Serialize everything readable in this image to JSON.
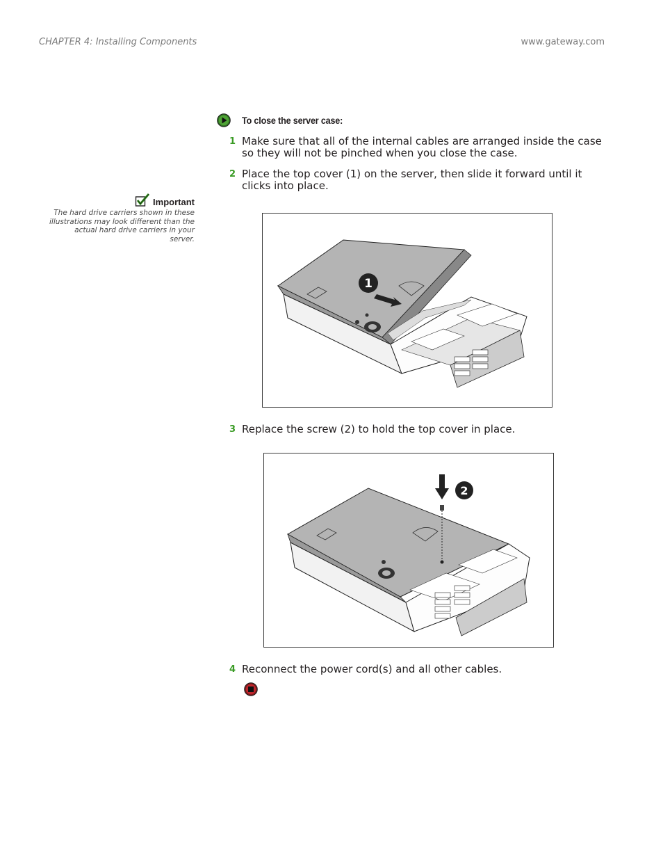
{
  "header": {
    "chapter": "CHAPTER 4: Installing Components",
    "website": "www.gateway.com"
  },
  "procedure": {
    "title": "To close the server case:",
    "steps": [
      {
        "num": "1",
        "text": "Make sure that all of the internal cables are arranged inside the case so they will not be pinched when you close the case."
      },
      {
        "num": "2",
        "text": "Place the top cover (1) on the server, then slide it forward until it clicks into place."
      },
      {
        "num": "3",
        "text": "Replace the screw (2) to hold the top cover in place."
      },
      {
        "num": "4",
        "text": "Reconnect the power cord(s) and all other cables."
      }
    ]
  },
  "sidebar": {
    "important_title": "Important",
    "important_text": "The hard drive carriers shown in these illustrations may look different than the actual hard drive carriers in your server."
  },
  "figures": {
    "fig1_callout": "1",
    "fig2_callout": "2"
  },
  "icons": {
    "start": "procedure-start-icon",
    "end": "procedure-end-icon",
    "important": "checkmark-icon"
  },
  "colors": {
    "accent_green": "#3a9b25",
    "stop_red": "#c0262c",
    "cover_gray": "#b4b4b4"
  }
}
